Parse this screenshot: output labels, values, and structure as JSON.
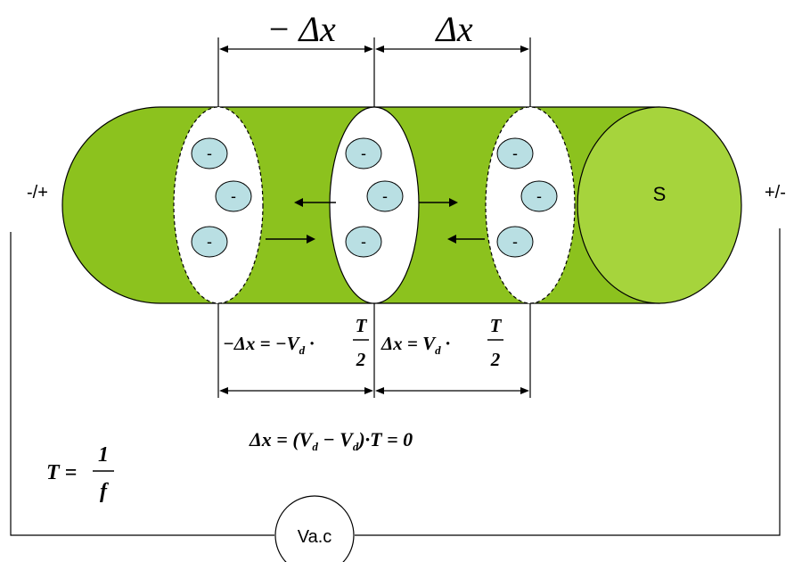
{
  "labels": {
    "top_left_delta": "− Δx",
    "top_right_delta": "Δx",
    "left_terminal": "-/+",
    "right_terminal": "+/-",
    "cross_section": "S",
    "source": "Va.c",
    "electron_sign": "-"
  },
  "formulas": {
    "left_lhs": "−Δx = −V",
    "left_sub": "d",
    "left_dot": " · ",
    "left_num": "T",
    "left_den": "2",
    "right_lhs": "Δx = V",
    "right_sub": "d",
    "right_dot": " · ",
    "right_num": "T",
    "right_den": "2",
    "net_pre": "Δx = (V",
    "net_sub1": "d",
    "net_mid": " − V",
    "net_sub2": "d",
    "net_post": ")·T = 0",
    "period_lhs": "T =",
    "period_num": "1",
    "period_den": "f"
  },
  "colors": {
    "cylinder_body": "#8cc21e",
    "cylinder_end": "#a6d43c",
    "electron_fill": "#b9dfe3",
    "outline": "#000000"
  }
}
